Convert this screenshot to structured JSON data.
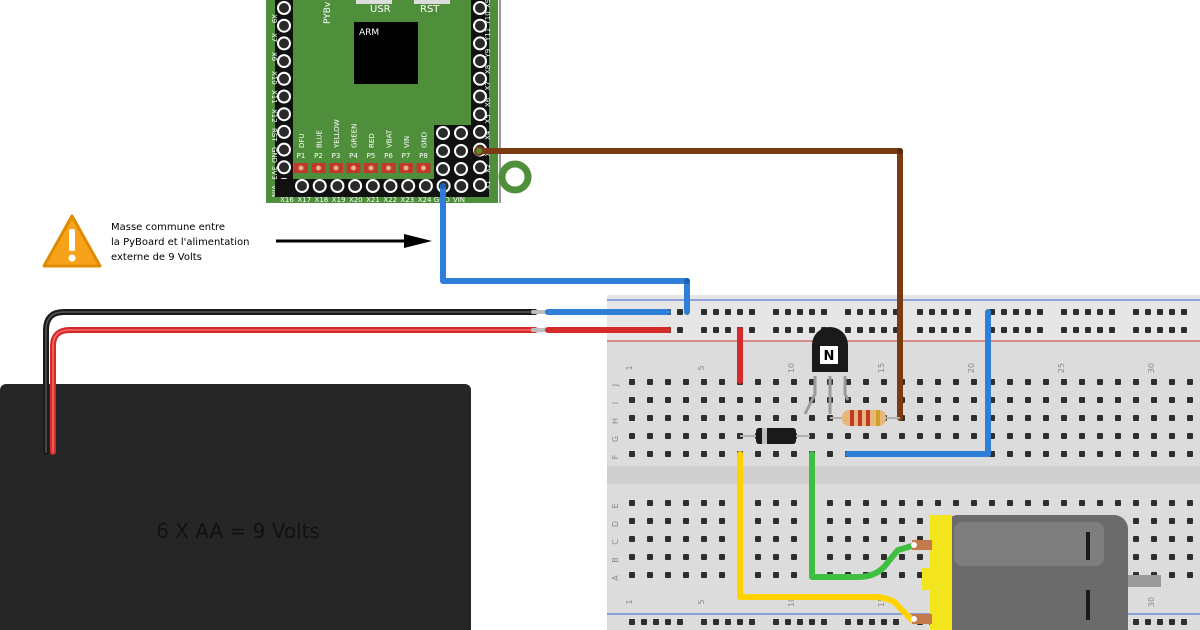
{
  "board": {
    "name": "PYBv",
    "chip_label": "ARM",
    "button_usr": "USR",
    "button_rst": "RST",
    "led_labels": [
      "DFU",
      "BLUE",
      "YELLOW",
      "GREEN",
      "RED",
      "VBAT",
      "VIN",
      "GND"
    ],
    "p_labels": [
      "P1",
      "P2",
      "P3",
      "P4",
      "P5",
      "P6",
      "P7",
      "P8"
    ],
    "bottom_labels": [
      "X16",
      "X17",
      "X18",
      "X19",
      "X20",
      "X21",
      "X22",
      "X23",
      "X24",
      "GND",
      "VIN"
    ],
    "left_labels": [
      "X9",
      "X7",
      "X6",
      "X10",
      "X11",
      "X12",
      "RST",
      "GND",
      "3V3",
      "VIN"
    ],
    "right_labels": [
      "X9",
      "Y10",
      "Y11",
      "Y9",
      "X8",
      "X7",
      "X6",
      "X5",
      "X4",
      "X3",
      "X2",
      "X1"
    ]
  },
  "warning": {
    "line1": "Masse commune entre",
    "line2": "la PyBoard et l'alimentation",
    "line3": "externe de 9 Volts"
  },
  "battery": {
    "label": "6 X AA = 9 Volts"
  },
  "breadboard": {
    "row_letters_top": [
      "J",
      "I",
      "H",
      "G",
      "F"
    ],
    "row_letters_bottom": [
      "E",
      "D",
      "C",
      "B",
      "A"
    ],
    "column_numbers": [
      "1",
      "5",
      "10",
      "15",
      "20",
      "25",
      "30"
    ]
  },
  "transistor": {
    "mark": "N"
  },
  "colors": {
    "board_green": "#4f8f3b",
    "wire_blue": "#2f7ed8",
    "wire_red": "#d42a2a",
    "wire_brown": "#7a3b12",
    "wire_yellow": "#ffd200",
    "wire_green": "#3fbf3f",
    "wire_black": "#1a1a1a",
    "battery_black": "#262626",
    "motor_grey": "#6b6b6b",
    "motor_yellow": "#f2e51e"
  }
}
